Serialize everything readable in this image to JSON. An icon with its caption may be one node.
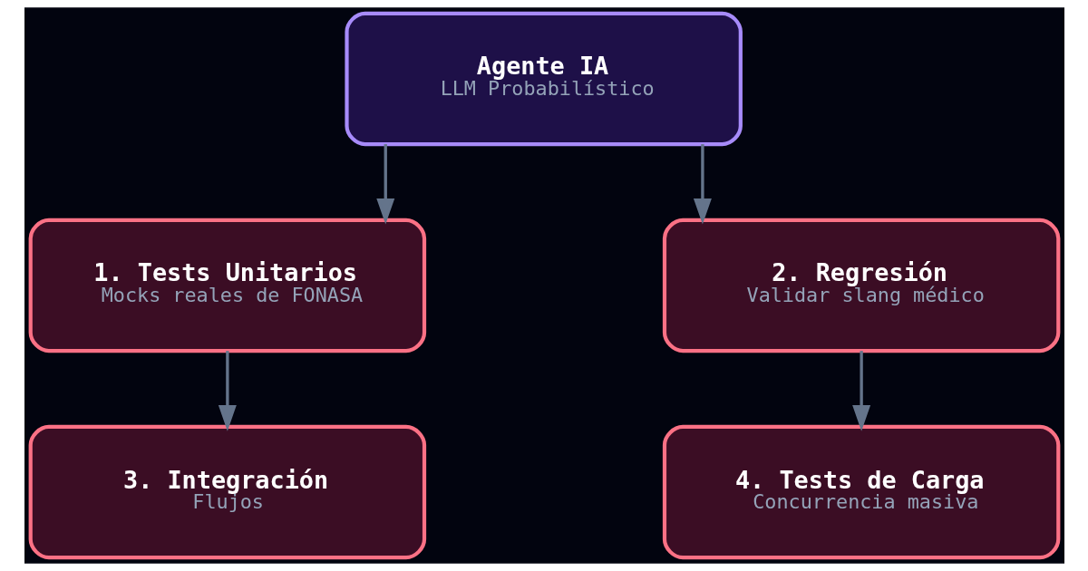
{
  "diagram": {
    "nodes": [
      {
        "text": [
          "Agente IA",
          "LLM Probabilístico"
        ]
      },
      {
        "text": [
          "1. Tests Unitarios",
          "Mocks reales de FONASA"
        ]
      },
      {
        "text": [
          "2. Regresión",
          "Validar slang médico"
        ]
      },
      {
        "text": [
          "3. Integración",
          "Flujos"
        ]
      },
      {
        "text": [
          "4. Tests de Carga",
          "Concurrencia masiva"
        ]
      }
    ],
    "edges": [
      {
        "from": 0,
        "to": 1,
        "arrow": "to"
      },
      {
        "from": 0,
        "to": 2,
        "arrow": "to"
      },
      {
        "from": 1,
        "to": 3,
        "arrow": "to"
      },
      {
        "from": 2,
        "to": 4,
        "arrow": "to"
      }
    ]
  }
}
